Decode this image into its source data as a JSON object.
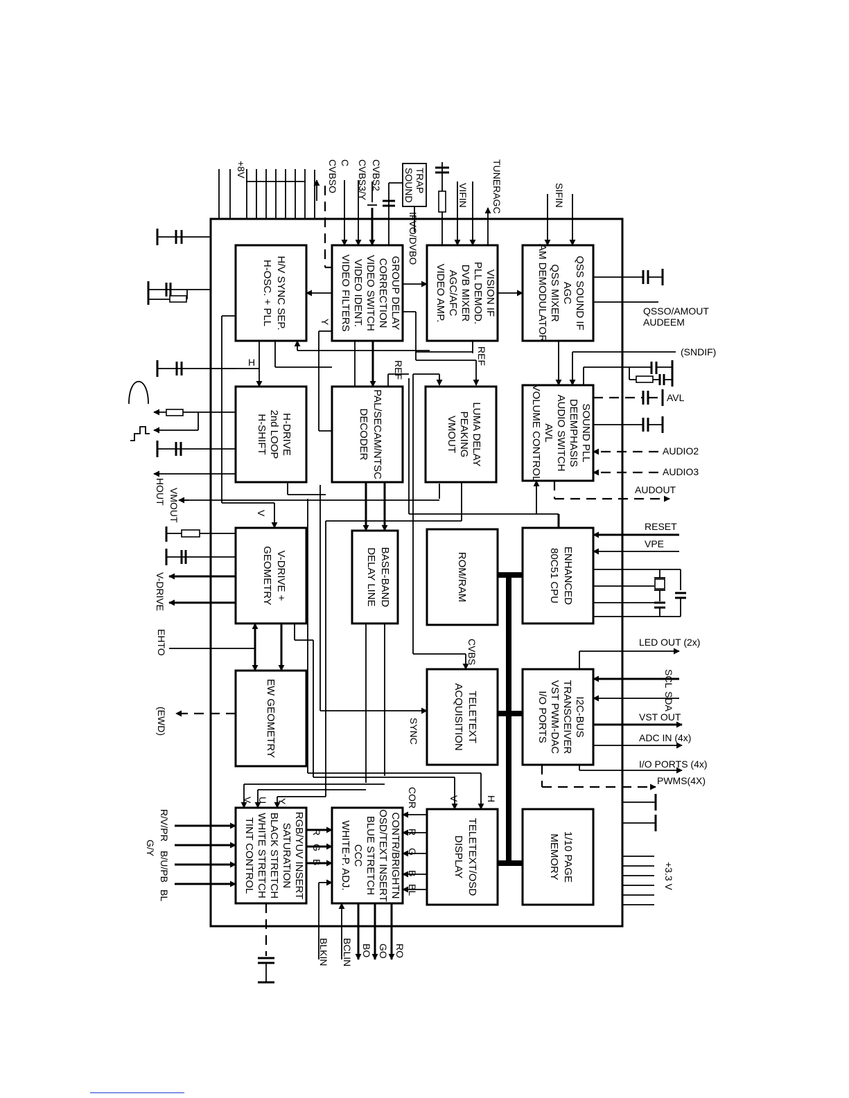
{
  "blocks": {
    "hv_sync": [
      "H/V SYNC SEP.",
      "H-OSC. + PLL"
    ],
    "group_delay": [
      "GROUP DELAY",
      "CORRECTION",
      "VIDEO SWITCH",
      "VIDEO IDENT.",
      "VIDEO FILTERS"
    ],
    "vision_if": [
      "VISION IF",
      "PLL DEMOD.",
      "DVB MIXER",
      "AGC/AFC",
      "VIDEO AMP."
    ],
    "qss": [
      "QSS SOUND IF",
      "AGC",
      "QSS MIXER",
      "AM DEMODULATOR"
    ],
    "hdrive": [
      "H-DRIVE",
      "2nd LOOP",
      "H-SHIFT"
    ],
    "decoder": [
      "PAL/SECAM/NTSC",
      "DECODER"
    ],
    "luma": [
      "LUMA DELAY",
      "PEAKING",
      "VMOUT"
    ],
    "sound_pll": [
      "SOUND PLL",
      "DEEMPHASIS",
      "AUDIO SWITCH",
      "AVL",
      "VOLUME CONTROL"
    ],
    "vdrive": [
      "V-DRIVE +",
      "GEOMETRY"
    ],
    "baseband": [
      "BASE-BAND",
      "DELAY LINE"
    ],
    "romram": [
      "ROM/RAM"
    ],
    "cpu": [
      "ENHANCED",
      "80C51 CPU"
    ],
    "ew": [
      "EW GEOMETRY"
    ],
    "teletext_acq": [
      "TELETEXT",
      "ACQUISITION"
    ],
    "i2c": [
      "I2C-BUS",
      "TRANSCEIVER",
      "VST PWM-DAC",
      "I/O PORTS"
    ],
    "rgb_insert": [
      "RGB/YUV INSERT",
      "SATURATION",
      "BLACK STRETCH",
      "WHITE STRETCH",
      "TINT CONTROL"
    ],
    "contr": [
      "CONTR/BRIGHTN",
      "OSD/TEXT INSERT",
      "BLUE STRETCH",
      "CCC",
      "WHITE-P. ADJ."
    ],
    "teletext_osd": [
      "TELETEXT/OSD",
      "DISPLAY"
    ],
    "memory": [
      "1/10 PAGE",
      "MEMORY"
    ]
  },
  "pins": {
    "p8v": "+8V",
    "cvbso": "CVBSO",
    "c": "C",
    "cvbs3y": "CVBS3/Y",
    "cvbs2": "CVBS2",
    "sound_trap": [
      "SOUND",
      "TRAP"
    ],
    "ifvo": "IFVO/DVBO",
    "vifin": "VIFIN",
    "tuneragc": "TUNERAGC",
    "sifin": "SIFIN",
    "qsso": "QSSO/AMOUT",
    "audeem": "AUDEEM",
    "sndif": "(SNDIF)",
    "avl": "AVL",
    "audio2": "AUDIO2",
    "audio3": "AUDIO3",
    "audout": "AUDOUT",
    "reset": "RESET",
    "vpe": "VPE",
    "led_out": "LED OUT (2x)",
    "scl": "SCL",
    "sda": "SDA",
    "vst_out": "VST OUT",
    "adc_in": "ADC IN (4x)",
    "io_ports": "I/O PORTS (4x)",
    "pwms": "PWMS(4X)",
    "p33v": "+3.3 V",
    "ro": "RO",
    "go": "GO",
    "bo": "BO",
    "bclin": "BCLIN",
    "blkin": "BLKIN",
    "rvpr": "R/V/PR",
    "gy": "G/Y",
    "bupb": "B/U/PB",
    "bl": "BL",
    "ewd": "(EWD)",
    "ehto": "EHTO",
    "vdrive_out": "V-DRIVE",
    "vmout": "VMOUT",
    "hout": "HOUT"
  },
  "signals": {
    "ref1": "REF",
    "ref2": "REF",
    "h": "H",
    "v": "V",
    "y": "Y",
    "cvbs": "CVBS",
    "sync": "SYNC",
    "cor": "COR",
    "v2": "V",
    "h2": "H",
    "u_in": "U",
    "v_in": "V",
    "y_in": "Y",
    "r": "R",
    "g": "G",
    "b": "B",
    "r2": "R",
    "g2": "G",
    "b2": "B",
    "bl2": "BL"
  }
}
